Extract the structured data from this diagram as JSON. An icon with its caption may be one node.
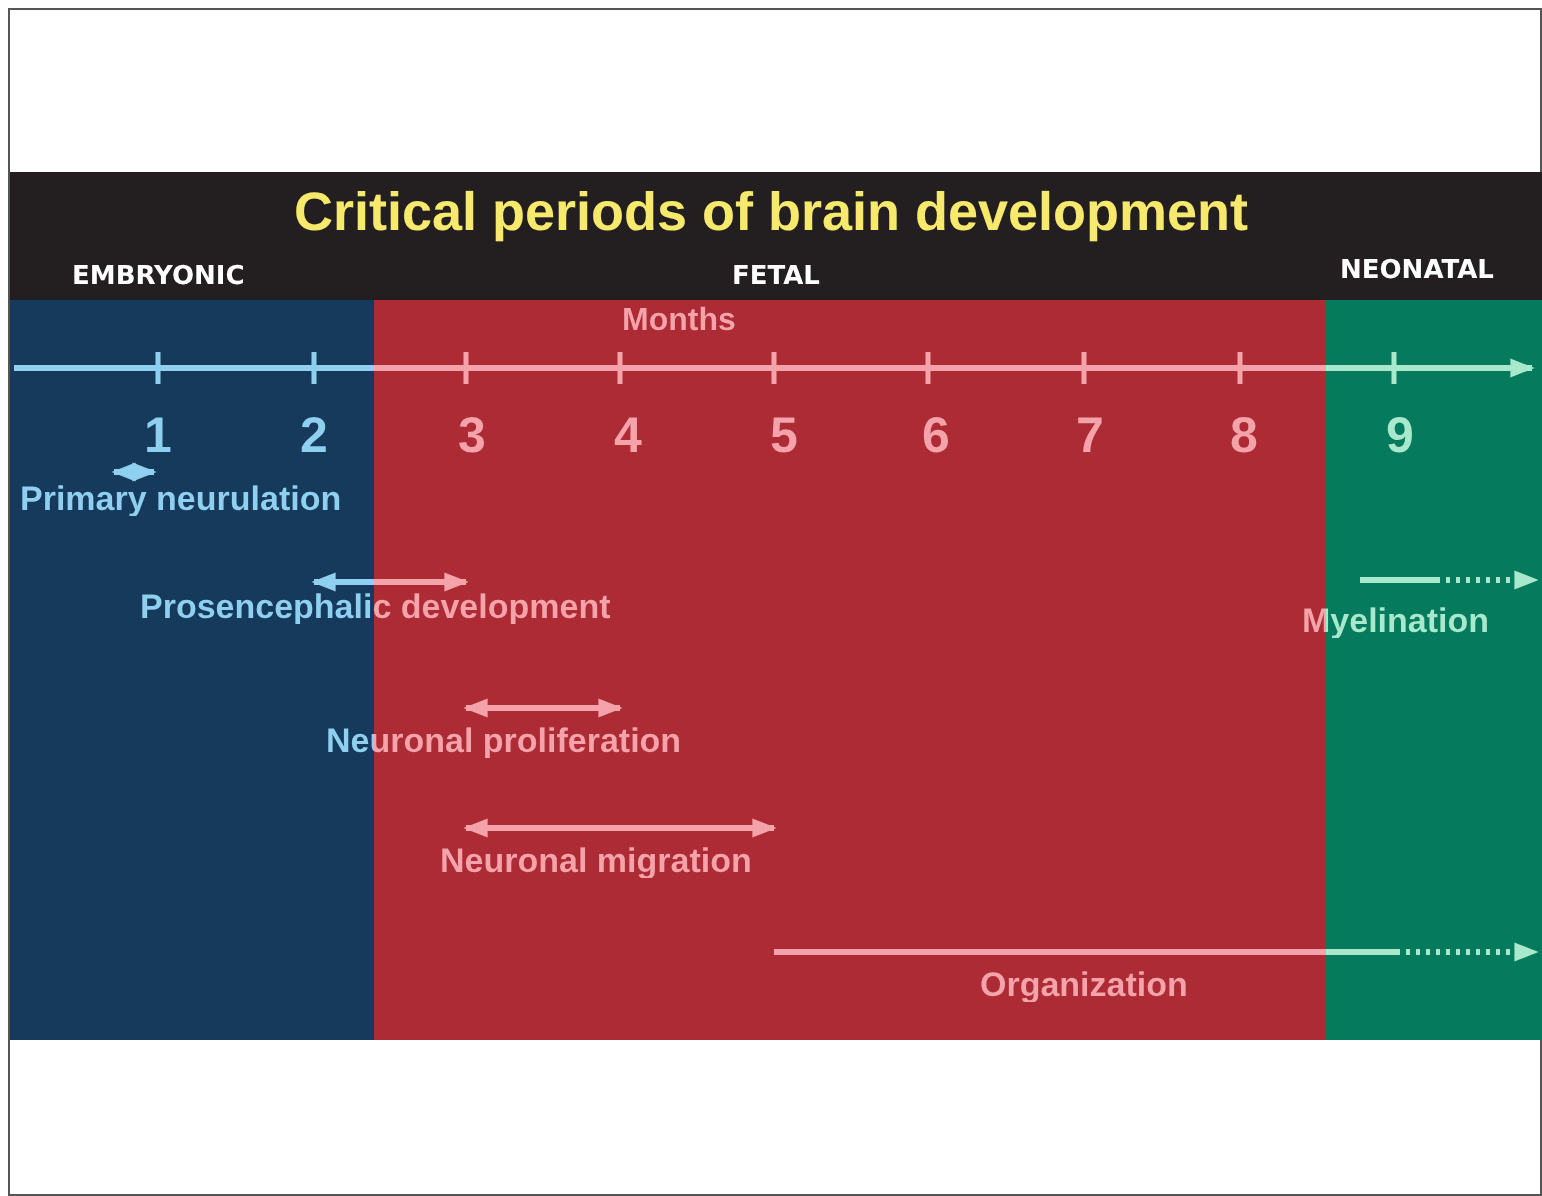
{
  "diagram": {
    "title": "Critical periods of brain development",
    "labels": [
      "EMBRYONIC",
      "FETAL",
      "NEONATAL",
      "Months",
      "1",
      "2",
      "3",
      "4",
      "5",
      "6",
      "7",
      "8",
      "9",
      "Primary neurulation",
      "Prosencephalic development",
      "Myelination",
      "Neuronal proliferation",
      "Neuronal migration",
      "Organization"
    ]
  }
}
